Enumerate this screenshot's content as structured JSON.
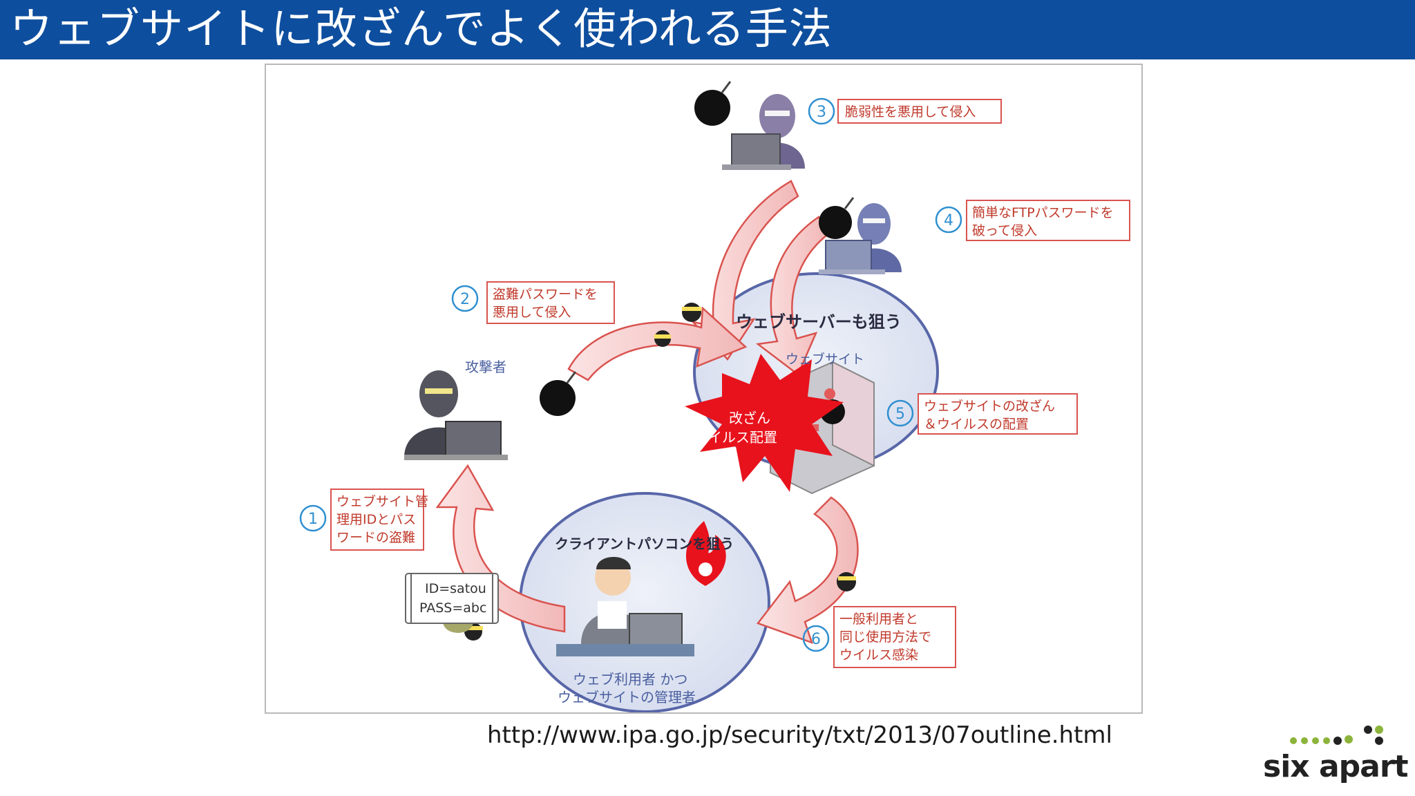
{
  "slide": {
    "title": "ウェブサイトに改ざんでよく使われる手法",
    "source_url": "http://www.ipa.go.jp/security/txt/2013/07outline.html",
    "logo_text": "six apart"
  },
  "diagram": {
    "steps": [
      {
        "number": "①",
        "lines": [
          "ウェブサイト管",
          "理用IDとパス",
          "ワードの盗難"
        ]
      },
      {
        "number": "②",
        "lines": [
          "盗難パスワードを",
          "悪用して侵入"
        ]
      },
      {
        "number": "③",
        "lines": [
          "脆弱性を悪用して侵入"
        ]
      },
      {
        "number": "④",
        "lines": [
          "簡単なFTPパスワードを",
          "破って侵入"
        ]
      },
      {
        "number": "⑤",
        "lines": [
          "ウェブサイトの改ざん",
          "＆ウイルスの配置"
        ]
      },
      {
        "number": "⑥",
        "lines": [
          "一般利用者と",
          "同じ使用方法で",
          "ウイルス感染"
        ]
      }
    ],
    "attacker_label": "攻撃者",
    "server_circle_label": "ウェブサーバーも狙う",
    "website_label": "ウェブサイト",
    "burst_lines": [
      "改ざん",
      "ウイルス配置"
    ],
    "client_circle_label": "クライアントパソコンを狙う",
    "client_user_lines": [
      "ウェブ利用者 かつ",
      "ウェブサイトの管理者"
    ],
    "credentials_note": [
      "ID=satou",
      "PASS=abc"
    ]
  },
  "colors": {
    "title_bar": "#0e4e9e",
    "arrow_pink": "#f4c6c6",
    "arrow_red": "#d9534f",
    "label_box_border": "#d9534f",
    "circle_fill": "#dde3f0",
    "circle_border": "#5866a8",
    "burst_red": "#e8121c",
    "step_number_blue": "#2f8fd0"
  },
  "icons": {
    "attacker": "hooded-attacker-icon",
    "bomb": "bomb-icon",
    "server": "web-server-icon",
    "malware_bug": "malware-creature-icon",
    "fire": "fire-icon",
    "office_user": "office-user-icon",
    "logo_dots": "six-apart-dots-icon"
  }
}
